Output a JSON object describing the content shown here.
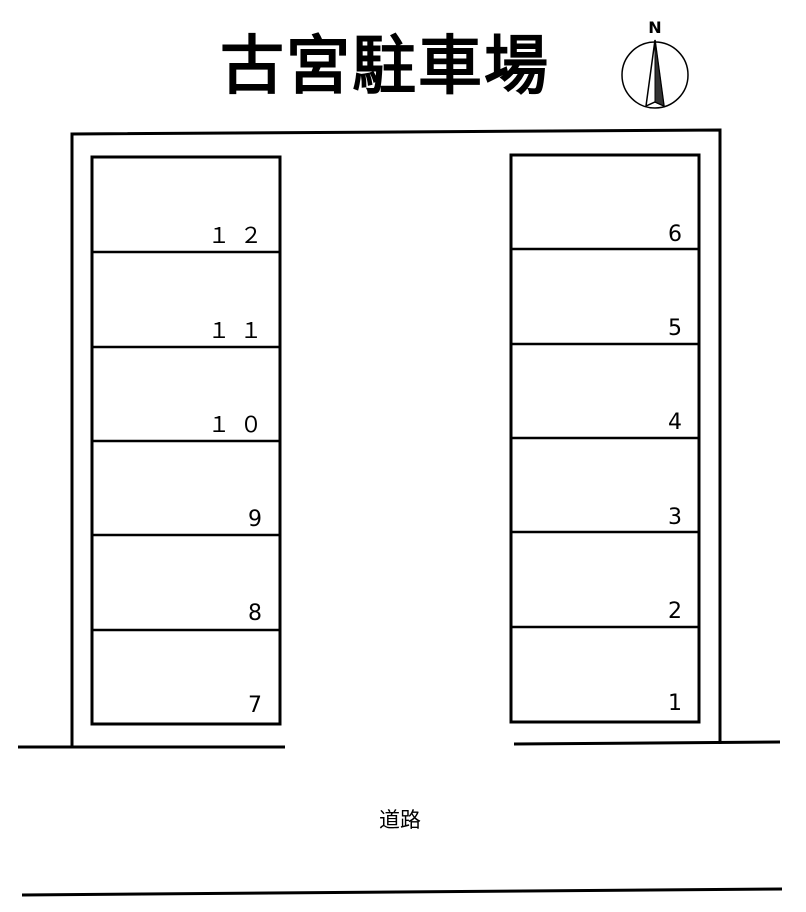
{
  "title": "古宮駐車場",
  "compass": {
    "label": "N",
    "icon": "north-arrow-icon"
  },
  "road": {
    "label": "道路"
  },
  "left_column": [
    {
      "label": "１２"
    },
    {
      "label": "１１"
    },
    {
      "label": "１０"
    },
    {
      "label": "9"
    },
    {
      "label": "8"
    },
    {
      "label": "7"
    }
  ],
  "right_column": [
    {
      "label": "6"
    },
    {
      "label": "5"
    },
    {
      "label": "4"
    },
    {
      "label": "3"
    },
    {
      "label": "2"
    },
    {
      "label": "1"
    }
  ]
}
